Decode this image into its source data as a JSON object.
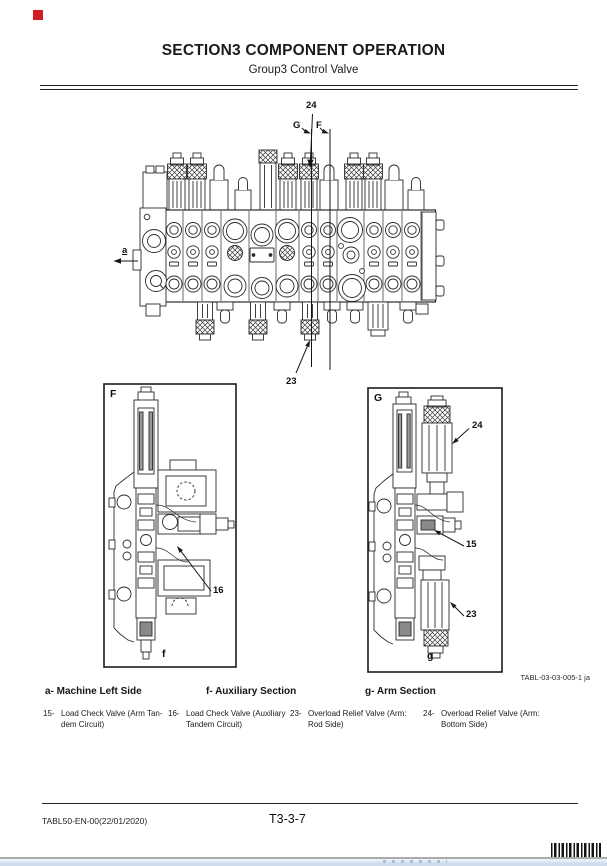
{
  "header": {
    "title": "SECTION3 COMPONENT OPERATION",
    "subtitle": "Group3 Control Valve"
  },
  "figure": {
    "ref_code": "TABL-03-03-005-1 ja",
    "overview": {
      "callout_24": "24",
      "marker_g": "G",
      "marker_f": "F",
      "view_arrow_label": "a",
      "callout_23": "23"
    },
    "detail_f": {
      "marker": "F",
      "callout_16": "16",
      "section_letter": "f"
    },
    "detail_g": {
      "marker": "G",
      "callout_24": "24",
      "callout_15": "15",
      "callout_23": "23",
      "section_letter": "g"
    }
  },
  "captions": [
    "a- Machine Left Side",
    "f- Auxiliary Section",
    "g- Arm Section"
  ],
  "legend": [
    {
      "num": "15-",
      "lines": [
        "Load Check Valve (Arm Tan-",
        "dem Circuit)"
      ]
    },
    {
      "num": "16-",
      "lines": [
        "Load Check Valve (Auxiliary",
        "Tandem Circuit)"
      ]
    },
    {
      "num": "23-",
      "lines": [
        "Overload Relief Valve (Arm:",
        "Rod Side)"
      ]
    },
    {
      "num": "24-",
      "lines": [
        "Overload Relief Valve (Arm:",
        "Bottom Side)"
      ]
    }
  ],
  "footer": {
    "doc_code": "TABL50-EN-00(22/01/2020)",
    "page_number": "T3-3-7"
  },
  "colors": {
    "ink": "#1b1b1b",
    "accent_red": "#d41c24",
    "strip_blue": "#cddcec",
    "rule_gray": "#ababab"
  }
}
